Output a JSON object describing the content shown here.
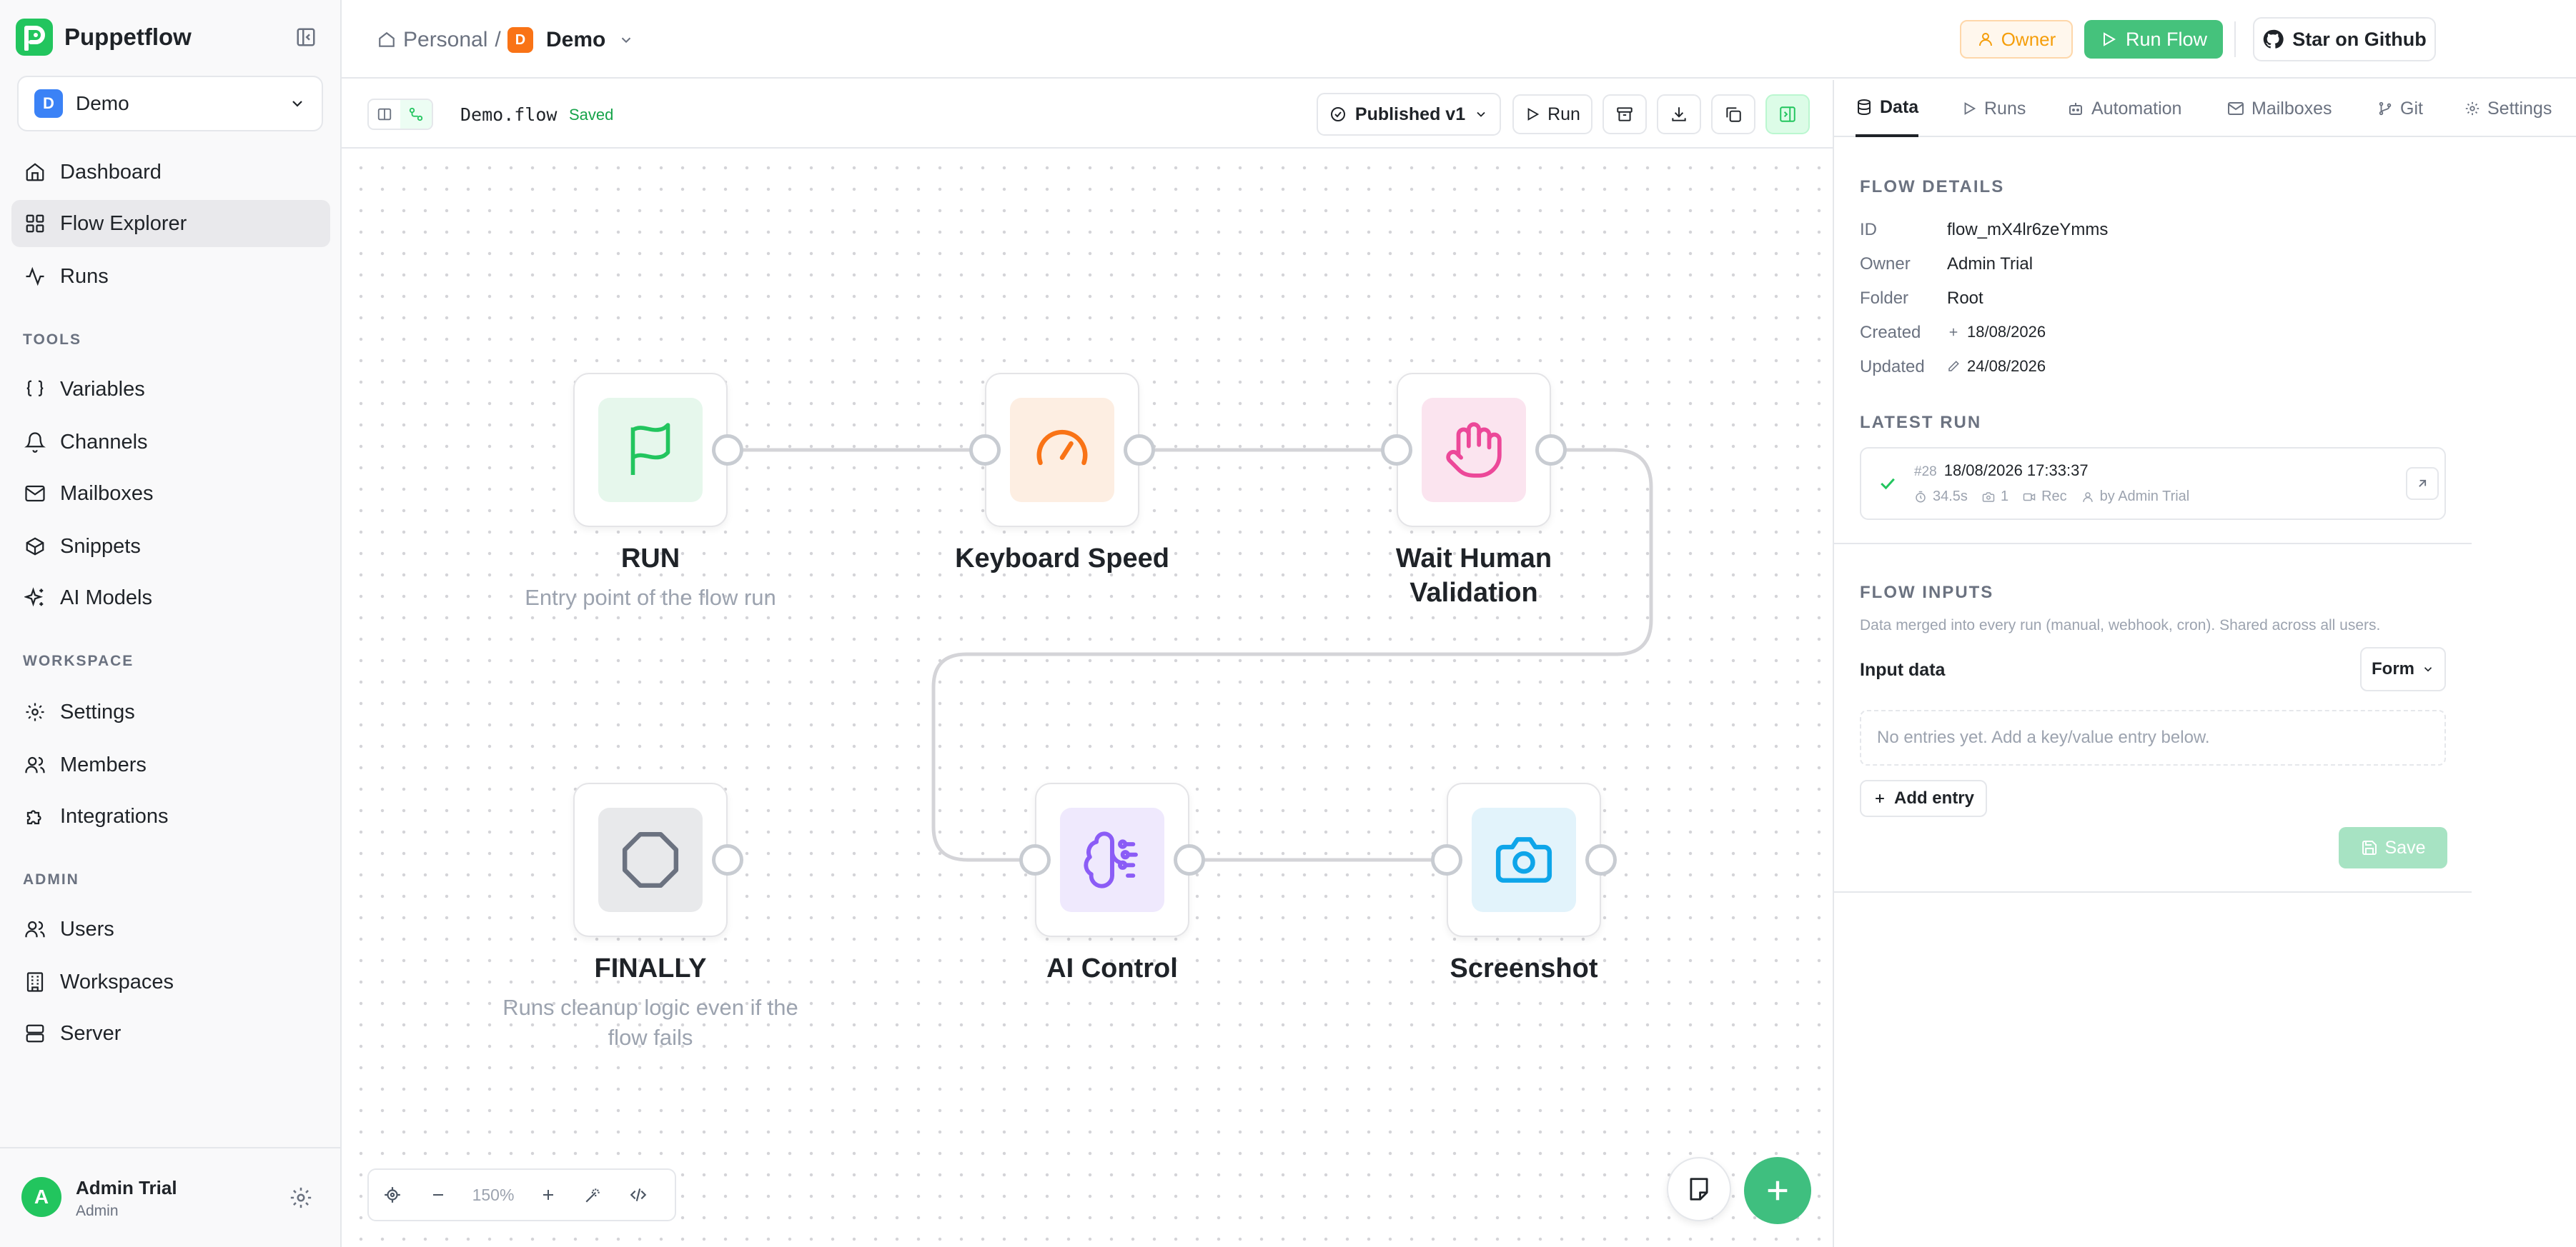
{
  "brand": {
    "name": "Puppetflow"
  },
  "workspace": {
    "badge": "D",
    "name": "Demo"
  },
  "nav": {
    "main": [
      {
        "label": "Dashboard",
        "icon": "home-icon"
      },
      {
        "label": "Flow Explorer",
        "icon": "grid-icon",
        "active": true
      },
      {
        "label": "Runs",
        "icon": "activity-icon"
      }
    ],
    "tools_header": "TOOLS",
    "tools": [
      {
        "label": "Variables",
        "icon": "braces-icon"
      },
      {
        "label": "Channels",
        "icon": "bell-icon"
      },
      {
        "label": "Mailboxes",
        "icon": "mail-icon"
      },
      {
        "label": "Snippets",
        "icon": "box-icon"
      },
      {
        "label": "AI Models",
        "icon": "sparkles-icon"
      }
    ],
    "workspace_header": "WORKSPACE",
    "workspace": [
      {
        "label": "Settings",
        "icon": "gear-icon"
      },
      {
        "label": "Members",
        "icon": "users-icon"
      },
      {
        "label": "Integrations",
        "icon": "puzzle-icon"
      }
    ],
    "admin_header": "ADMIN",
    "admin": [
      {
        "label": "Users",
        "icon": "users-icon"
      },
      {
        "label": "Workspaces",
        "icon": "building-icon"
      },
      {
        "label": "Server",
        "icon": "server-icon"
      }
    ]
  },
  "user": {
    "avatar": "A",
    "name": "Admin Trial",
    "role": "Admin"
  },
  "topbar": {
    "crumb_home": "Personal",
    "crumb_sep": "/",
    "project_badge": "D",
    "project_name": "Demo",
    "owner_label": "Owner",
    "run_flow_label": "Run Flow",
    "github_label": "Star on Github"
  },
  "editor": {
    "file_name": "Demo.flow",
    "status": "Saved",
    "version": "Published v1",
    "run_label": "Run"
  },
  "canvas": {
    "zoom": "150%",
    "nodes": [
      {
        "id": "run",
        "title": "RUN",
        "subtitle": "Entry point of the flow run",
        "icon": "flag-icon",
        "color": "#22c55e",
        "bg": "#e6f7ec"
      },
      {
        "id": "keyboard",
        "title": "Keyboard Speed",
        "subtitle": "",
        "icon": "gauge-icon",
        "color": "#f97316",
        "bg": "#fdeee2"
      },
      {
        "id": "wait",
        "title": "Wait Human Validation",
        "title_line1": "Wait Human",
        "title_line2": "Validation",
        "subtitle": "",
        "icon": "hand-icon",
        "color": "#ec4899",
        "bg": "#fbe4ef"
      },
      {
        "id": "finally",
        "title": "FINALLY",
        "subtitle": "Runs cleanup logic even if the flow fails",
        "subtitle_line1": "Runs cleanup logic even if the",
        "subtitle_line2": "flow fails",
        "icon": "octagon-icon",
        "color": "#6b7280",
        "bg": "#e8e9eb"
      },
      {
        "id": "ai",
        "title": "AI Control",
        "subtitle": "",
        "icon": "brain-icon",
        "color": "#8b5cf6",
        "bg": "#efe9fd"
      },
      {
        "id": "screenshot",
        "title": "Screenshot",
        "subtitle": "",
        "icon": "camera-icon",
        "color": "#0ea5e9",
        "bg": "#e2f3fb"
      }
    ]
  },
  "panel": {
    "tabs": [
      {
        "label": "Data",
        "icon": "database-icon",
        "active": true
      },
      {
        "label": "Runs",
        "icon": "play-icon"
      },
      {
        "label": "Automation",
        "icon": "robot-icon"
      },
      {
        "label": "Mailboxes",
        "icon": "mail-icon"
      },
      {
        "label": "Git",
        "icon": "git-icon"
      },
      {
        "label": "Settings",
        "icon": "gear-icon"
      }
    ],
    "details_title": "FLOW DETAILS",
    "details": {
      "id_key": "ID",
      "id_val": "flow_mX4lr6zeYmms",
      "owner_key": "Owner",
      "owner_val": "Admin Trial",
      "folder_key": "Folder",
      "folder_val": "Root",
      "created_key": "Created",
      "created_val": "18/08/2026",
      "updated_key": "Updated",
      "updated_val": "24/08/2026"
    },
    "latest_title": "LATEST RUN",
    "latest_run": {
      "number": "#28",
      "datetime": "18/08/2026 17:33:37",
      "duration": "34.5s",
      "screens": "1",
      "rec": "Rec",
      "by": "by Admin Trial"
    },
    "inputs_title": "FLOW INPUTS",
    "inputs_desc": "Data merged into every run (manual, webhook, cron). Shared across all users.",
    "input_data_label": "Input data",
    "mode": "Form",
    "empty_text": "No entries yet. Add a key/value entry below.",
    "add_entry_label": "Add entry",
    "save_label": "Save"
  }
}
